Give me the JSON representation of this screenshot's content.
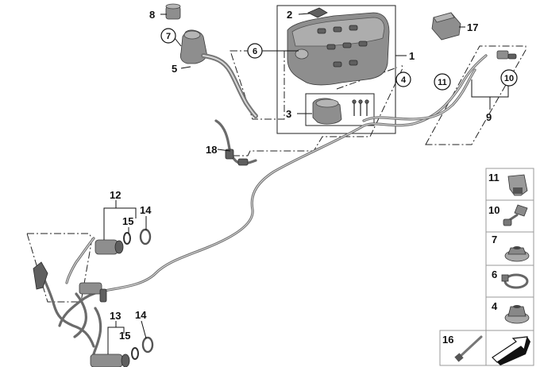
{
  "diagram": {
    "callouts": {
      "c1": "1",
      "c2": "2",
      "c3": "3",
      "c4": "4",
      "c5": "5",
      "c6": "6",
      "c7": "7",
      "c8": "8",
      "c9": "9",
      "c10": "10",
      "c11": "11",
      "c12": "12",
      "c13": "13",
      "c14a": "14",
      "c14b": "14",
      "c15a": "15",
      "c15b": "15",
      "c16": "16",
      "c17": "17",
      "c18": "18"
    },
    "legend": [
      {
        "label": "11",
        "icon": "clip-holder-icon"
      },
      {
        "label": "10",
        "icon": "connector-icon"
      },
      {
        "label": "7",
        "icon": "flange-nut-icon"
      },
      {
        "label": "6",
        "icon": "hose-clamp-icon"
      },
      {
        "label": "4",
        "icon": "hex-nut-icon"
      }
    ],
    "extra": {
      "label": "16",
      "icon": "cable-tie-icon"
    }
  }
}
